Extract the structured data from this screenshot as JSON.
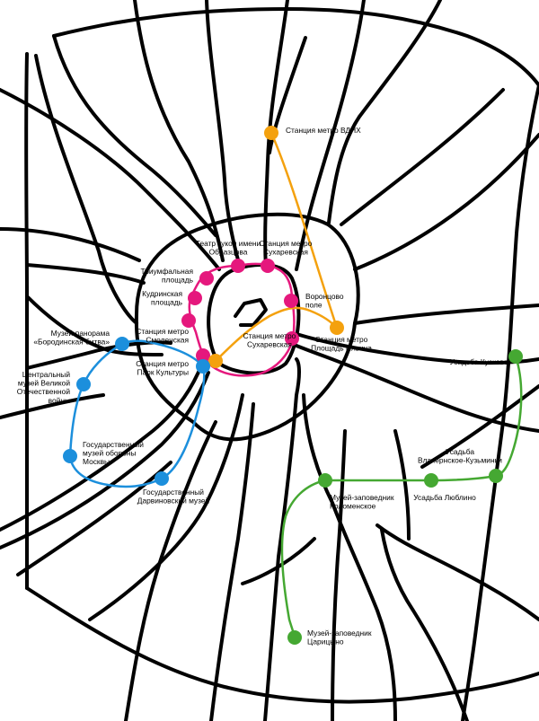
{
  "colors": {
    "roads": "#000000",
    "magenta": "#e5187d",
    "orange": "#f4a10e",
    "blue": "#1c8fdc",
    "green": "#45a832"
  },
  "labels": {
    "vdnh": [
      "Станция метро ВДНХ"
    ],
    "teatr": [
      "Театр кукол имени",
      "Образцова"
    ],
    "sukharevskaya_top": [
      "Станция метро",
      "Сухаревская"
    ],
    "triumfalnaya": [
      "Триумфальная",
      "площадь"
    ],
    "kudrinskaya": [
      "Кудринская",
      "площадь"
    ],
    "vorontsovo": [
      "Воронцово",
      "поле"
    ],
    "smolenskaya": [
      "Станция метро",
      "Смоленская"
    ],
    "sukharevskaya_bottom": [
      "Станция метро",
      "Сухаревская"
    ],
    "ilyicha": [
      "Станция метро",
      "Площадь Ильича"
    ],
    "borodino": [
      "Музей-панорама",
      "«Бородинская битва»"
    ],
    "park_kultury": [
      "Станция метро",
      "Парк Культуры"
    ],
    "war_museum": [
      "Центральный",
      "музей Великой",
      "Отечественной",
      "войны"
    ],
    "defense_museum": [
      "Государственный",
      "музей обороны",
      "Москвы"
    ],
    "darwin": [
      "Государственный",
      "Дарвиновский музей"
    ],
    "kuskovo": [
      "Усадьба Кусково"
    ],
    "vlakhernskoe": [
      "Усадьба",
      "Влахернское-Кузьминки"
    ],
    "kolomenskoe": [
      "Музей-заповедник",
      "Коломенское"
    ],
    "lyublino": [
      "Усадьба Люблино"
    ],
    "tsaritsyno": [
      "Музей-заповедник",
      "Царицыно"
    ]
  }
}
